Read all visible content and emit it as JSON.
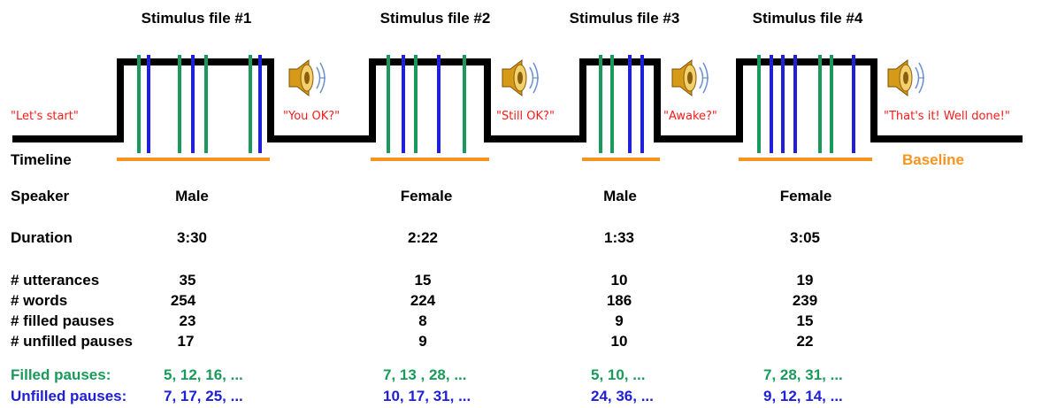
{
  "files": [
    {
      "title": "Stimulus file #1",
      "speaker": "Male",
      "duration": "3:30",
      "utterances": "35",
      "words": "254",
      "filled_pauses": "23",
      "unfilled_pauses": "17",
      "filled_pause_list": "5, 12, 16, ...",
      "unfilled_pause_list": "7, 17, 25, ..."
    },
    {
      "title": "Stimulus file #2",
      "speaker": "Female",
      "duration": "2:22",
      "utterances": "15",
      "words": "224",
      "filled_pauses": "8",
      "unfilled_pauses": "9",
      "filled_pause_list": "7, 13 , 28, ...",
      "unfilled_pause_list": "10, 17, 31, ..."
    },
    {
      "title": "Stimulus file #3",
      "speaker": "Male",
      "duration": "1:33",
      "utterances": "10",
      "words": "186",
      "filled_pauses": "9",
      "unfilled_pauses": "10",
      "filled_pause_list": "5, 10, ...",
      "unfilled_pause_list": "24, 36, ..."
    },
    {
      "title": "Stimulus file #4",
      "speaker": "Female",
      "duration": "3:05",
      "utterances": "19",
      "words": "239",
      "filled_pauses": "15",
      "unfilled_pauses": "22",
      "filled_pause_list": "7, 28, 31, ...",
      "unfilled_pause_list": "9, 12, 14, ..."
    }
  ],
  "prompts": [
    "\"Let's start\"",
    "\"You OK?\"",
    "\"Still OK?\"",
    "\"Awake?\"",
    "\"That's it! Well done!\""
  ],
  "labels": {
    "timeline": "Timeline",
    "baseline": "Baseline",
    "speaker": "Speaker",
    "duration": "Duration",
    "utterances": "# utterances",
    "words": "# words",
    "filled_pauses": "# filled pauses",
    "unfilled_pauses": "# unfilled pauses",
    "filled_pauses_list": "Filled pauses:",
    "unfilled_pauses_list": "Unfilled pauses:"
  },
  "icons": [
    "speaker-icon",
    "speaker-icon",
    "speaker-icon",
    "speaker-icon"
  ],
  "colors": {
    "filled_pause": "#1a9a5a",
    "unfilled_pause": "#2020d8",
    "baseline": "#f7941d",
    "prompt": "#ff1a1a"
  }
}
